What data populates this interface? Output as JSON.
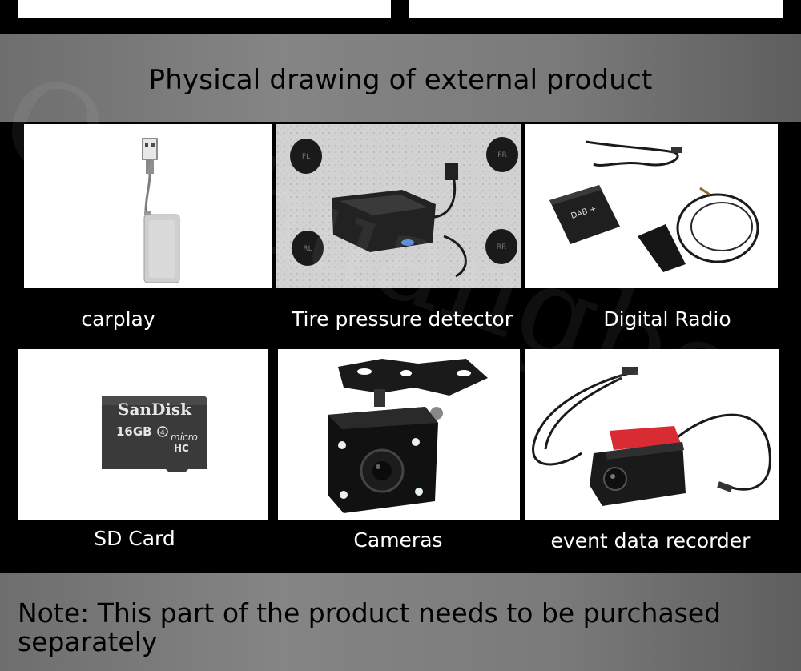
{
  "header": {
    "title": "Physical drawing of external product"
  },
  "products": [
    {
      "label": "carplay"
    },
    {
      "label": "Tire pressure detector"
    },
    {
      "label": "Digital Radio"
    },
    {
      "label": "SD Card"
    },
    {
      "label": "Cameras"
    },
    {
      "label": "event data recorder"
    }
  ],
  "tpms": {
    "sensor_labels": [
      "FL",
      "FR",
      "RL",
      "RR"
    ]
  },
  "dab": {
    "box_label": "DAB +"
  },
  "sdcard": {
    "brand": "SanDisk",
    "capacity": "16GB",
    "class": "4",
    "micro": "micro",
    "hc": "HC"
  },
  "watermark": {
    "text": "Ouchuangbo"
  },
  "footer": {
    "note": "Note: This part of the product needs to be purchased separately"
  },
  "colors": {
    "band": "#7a7a7a",
    "background": "#000000",
    "recorder_red": "#d92b33"
  }
}
